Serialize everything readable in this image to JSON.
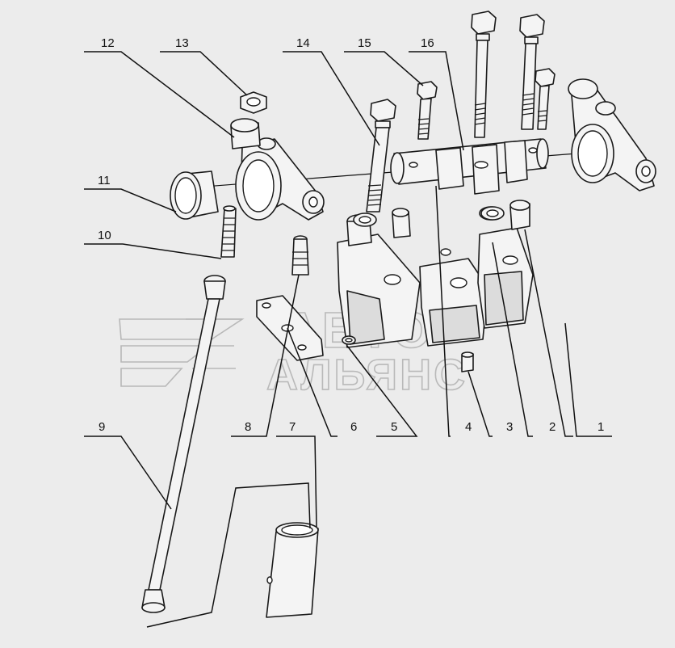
{
  "diagram": {
    "callouts": [
      {
        "id": "c1",
        "label": "1"
      },
      {
        "id": "c2",
        "label": "2"
      },
      {
        "id": "c3",
        "label": "3"
      },
      {
        "id": "c4",
        "label": "4"
      },
      {
        "id": "c5",
        "label": "5"
      },
      {
        "id": "c6",
        "label": "6"
      },
      {
        "id": "c7",
        "label": "7"
      },
      {
        "id": "c8",
        "label": "8"
      },
      {
        "id": "c9",
        "label": "9"
      },
      {
        "id": "c10",
        "label": "10"
      },
      {
        "id": "c11",
        "label": "11"
      },
      {
        "id": "c12",
        "label": "12"
      },
      {
        "id": "c13",
        "label": "13"
      },
      {
        "id": "c14",
        "label": "14"
      },
      {
        "id": "c15",
        "label": "15"
      },
      {
        "id": "c16",
        "label": "16"
      }
    ],
    "watermark": {
      "line1": "АВТО",
      "line2": "АЛЬЯНС"
    }
  }
}
